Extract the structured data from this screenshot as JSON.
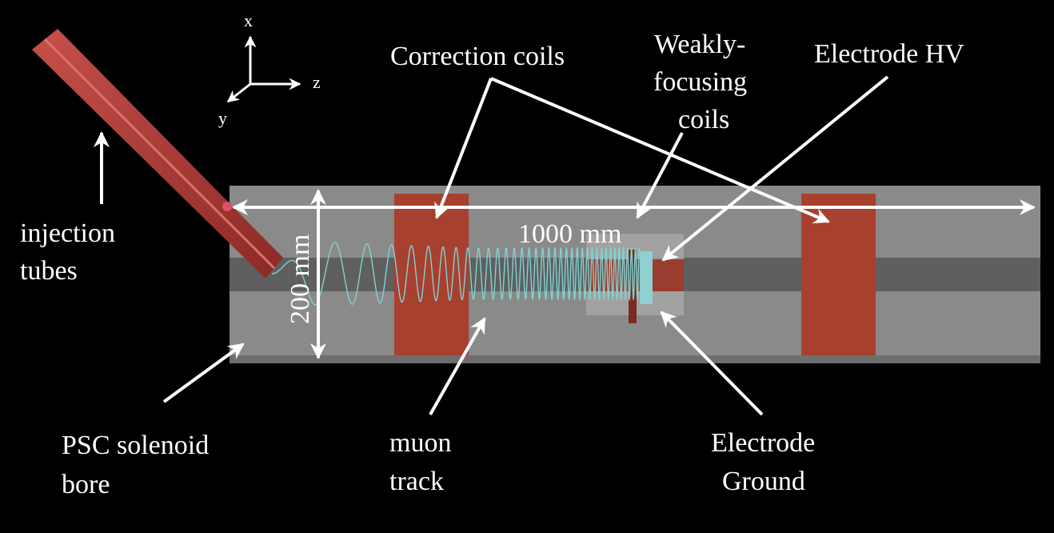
{
  "axes": {
    "x": "x",
    "y": "y",
    "z": "z"
  },
  "labels": {
    "correction_coils": "Correction coils",
    "weakly_1": "Weakly-",
    "weakly_2": "focusing",
    "weakly_3": "coils",
    "electrode_hv": "Electrode HV",
    "injection_1": "injection",
    "injection_2": "tubes",
    "dim_z": "1000 mm",
    "dim_x": "200 mm",
    "bore_1": "PSC solenoid",
    "bore_2": "bore",
    "track_1": "muon",
    "track_2": "track",
    "ground_1": "Electrode",
    "ground_2": "Ground"
  },
  "colors": {
    "background": "#000000",
    "bore": "#8a8a8a",
    "coil": "#a8402f",
    "injection_tube": "#b23b35",
    "track": "#7fd4d4",
    "arrows": "#ffffff"
  }
}
